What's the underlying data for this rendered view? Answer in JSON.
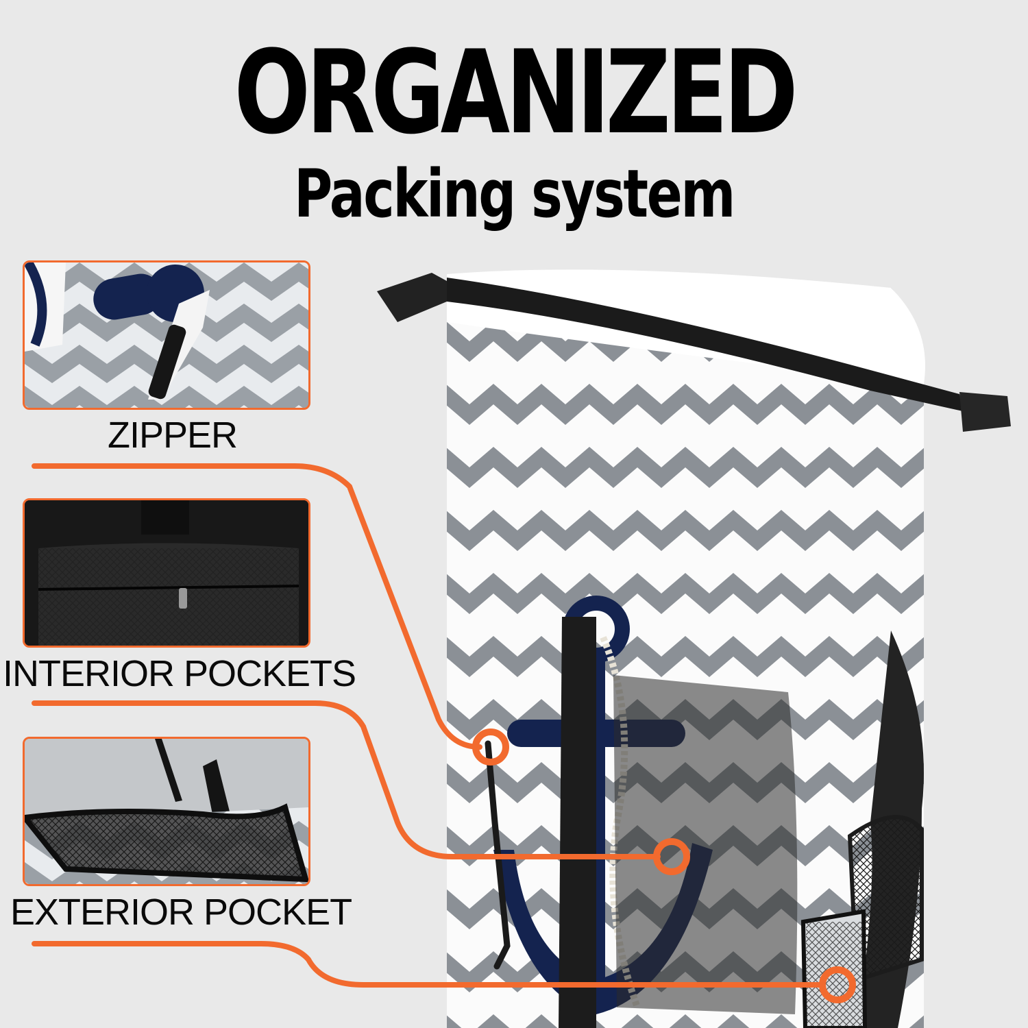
{
  "headline": {
    "line1": "ORGANIZED",
    "line2": "Packing system"
  },
  "features": [
    {
      "label": "ZIPPER"
    },
    {
      "label": "INTERIOR POCKETS"
    },
    {
      "label": "EXTERIOR POCKET"
    }
  ],
  "colors": {
    "accent": "#f26a2e",
    "navy": "#14234f",
    "chevron": "#8a8f95",
    "background": "#e9e9e9"
  }
}
